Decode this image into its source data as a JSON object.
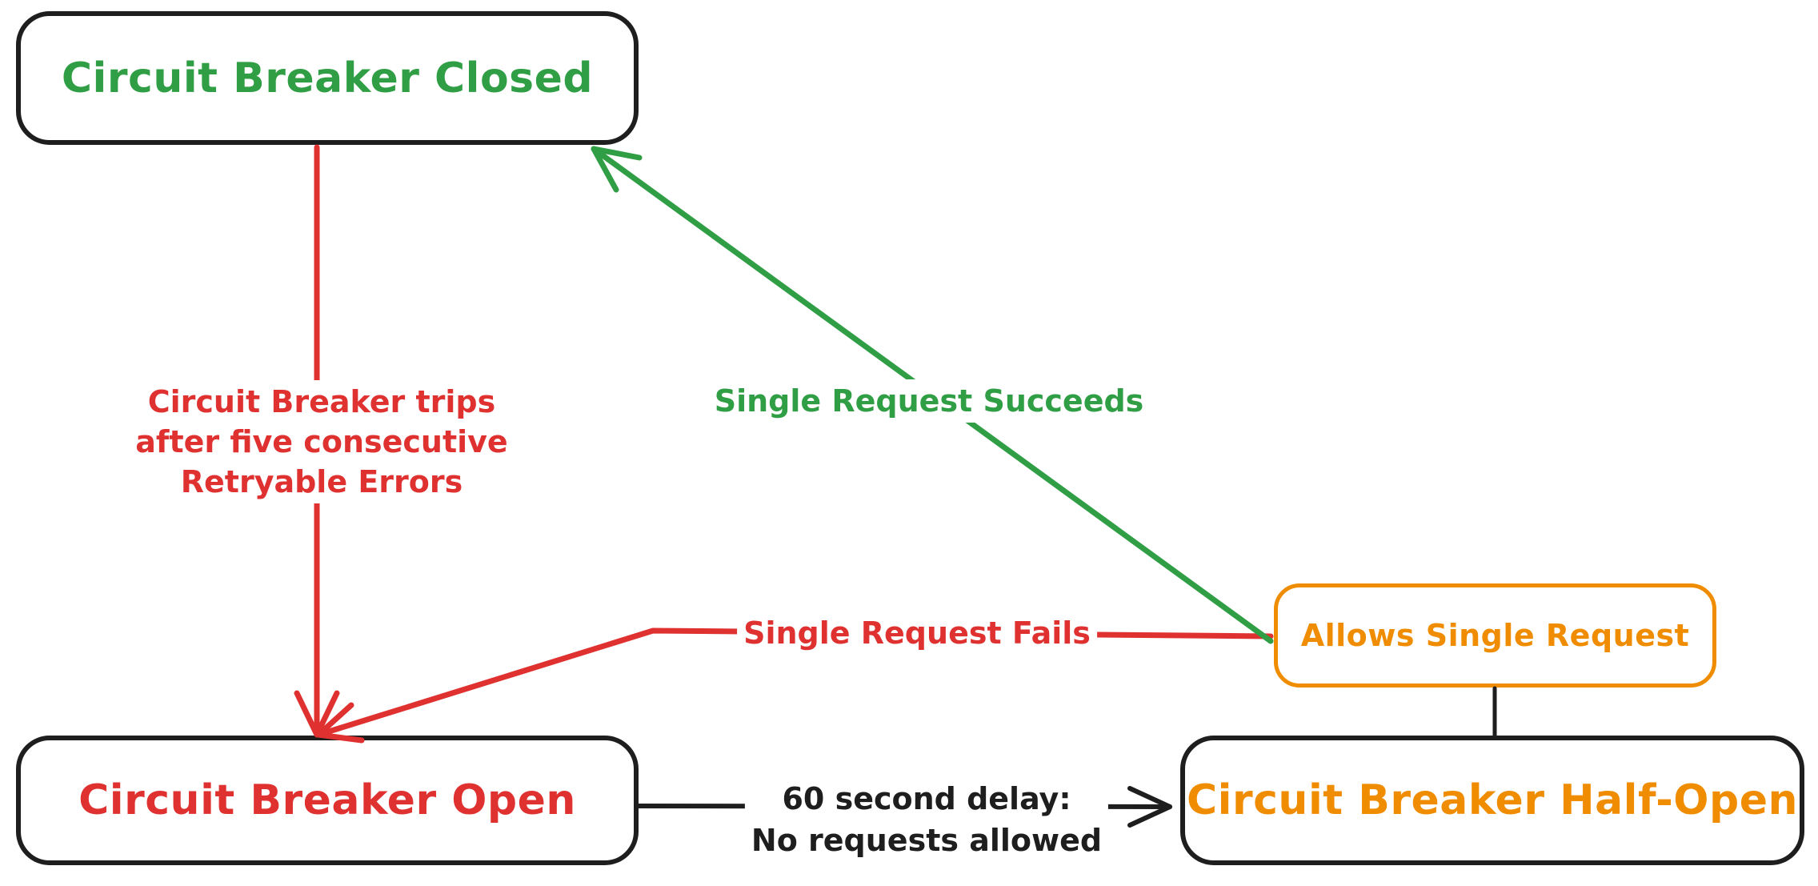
{
  "colors": {
    "green": "#2f9e44",
    "red": "#e03131",
    "orange": "#f08c00",
    "ink": "#1e1e1e",
    "background": "#ffffff"
  },
  "nodes": {
    "closed": {
      "label": "Circuit Breaker Closed"
    },
    "open": {
      "label": "Circuit Breaker Open"
    },
    "half_open": {
      "label": "Circuit Breaker Half-Open"
    },
    "allows_single_request": {
      "label": "Allows Single Request"
    }
  },
  "edges": {
    "trips": {
      "lines": [
        "Circuit Breaker trips",
        "after five consecutive",
        "Retryable Errors"
      ]
    },
    "single_request_succeeds": {
      "label": "Single Request Succeeds"
    },
    "single_request_fails": {
      "label": "Single Request Fails"
    },
    "delay": {
      "lines": [
        "60 second delay:",
        "No requests allowed"
      ]
    }
  }
}
